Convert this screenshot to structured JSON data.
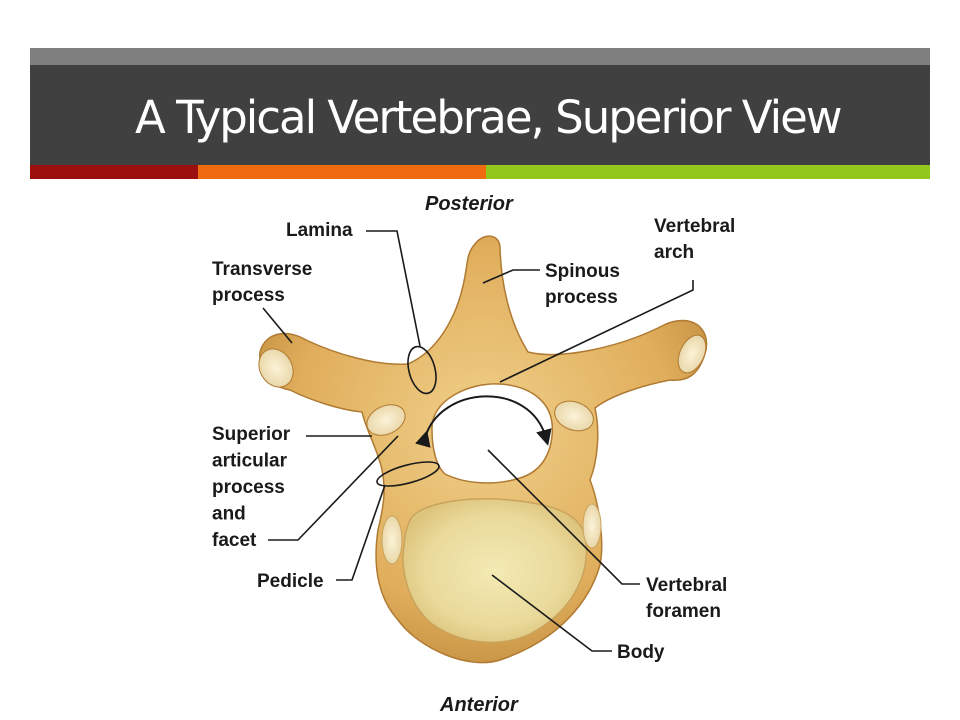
{
  "slide": {
    "title": "A Typical Vertebrae, Superior View",
    "accent_colors": [
      "#9c0f0f",
      "#f06b10",
      "#92c81c"
    ]
  },
  "diagram": {
    "orientation": {
      "top": "Posterior",
      "bottom": "Anterior"
    },
    "labels": {
      "lamina": "Lamina",
      "transverse_process": [
        "Transverse",
        "process"
      ],
      "vertebral_arch": [
        "Vertebral",
        "arch"
      ],
      "spinous_process": [
        "Spinous",
        "process"
      ],
      "superior_articular": [
        "Superior",
        "articular",
        "process",
        "and",
        "facet"
      ],
      "pedicle": "Pedicle",
      "vertebral_foramen": [
        "Vertebral",
        "foramen"
      ],
      "body": "Body"
    }
  }
}
